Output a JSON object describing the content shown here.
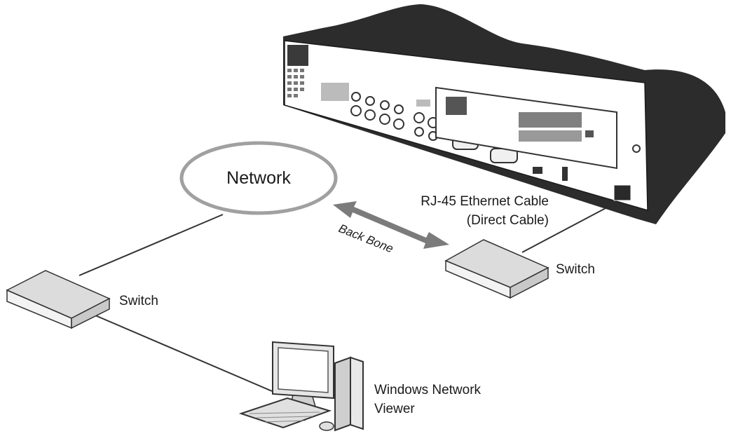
{
  "diagram": {
    "nodes": {
      "network": {
        "label": "Network"
      },
      "switch_left": {
        "label": "Switch"
      },
      "switch_right": {
        "label": "Switch"
      },
      "dvr": {
        "label": ""
      },
      "viewer": {
        "label_lines": [
          "Windows Network",
          "Viewer"
        ]
      }
    },
    "cable_label_lines": [
      "RJ-45 Ethernet Cable",
      "(Direct Cable)"
    ],
    "backbone_label": "Back Bone",
    "colors": {
      "dvr_body": "#2c2c2c",
      "dvr_face": "#ffffff",
      "switch_top": "#dcdcdc",
      "switch_front": "#f3f3f3",
      "ellipse_stroke": "#a0a0a0",
      "arrow": "#7b7b7b",
      "line": "#333333"
    }
  }
}
